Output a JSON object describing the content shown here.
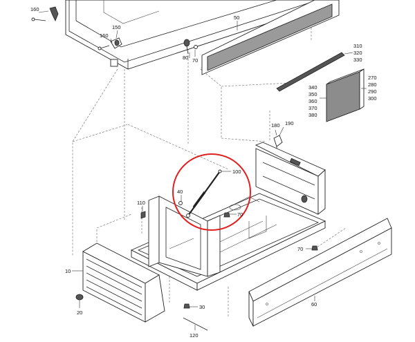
{
  "diagram": {
    "highlight_color": "#e01f1f",
    "labels": {
      "p160a": "160",
      "p160b": "160",
      "p150": "150",
      "p50": "50",
      "p80": "80",
      "p70a": "70",
      "p310": "310",
      "p320": "320",
      "p330": "330",
      "p270": "270",
      "p280": "280",
      "p290": "290",
      "p300": "300",
      "p340": "340",
      "p350": "350",
      "p360": "360",
      "p370": "370",
      "p380": "380",
      "p180": "180",
      "p190": "190",
      "p100": "100",
      "p40": "40",
      "p110": "110",
      "p70b": "70",
      "p70c": "70",
      "p10": "10",
      "p20": "20",
      "p30": "30",
      "p60": "60",
      "p120": "120"
    }
  }
}
